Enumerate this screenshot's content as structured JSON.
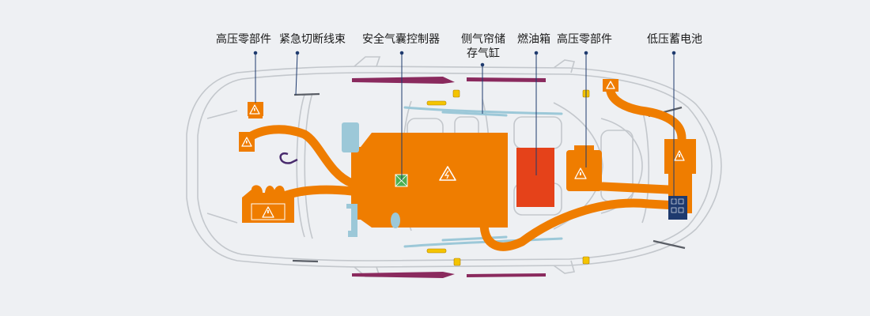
{
  "labels": {
    "hv1": "高压零部件",
    "cutoff": "紧急切断线束",
    "airbag_ctrl": "安全气囊控制器",
    "curtain_line1": "侧气帘储",
    "curtain_line2": "存气缸",
    "fuel_tank": "燃油箱",
    "hv2": "高压零部件",
    "lv_battery": "低压蓄电池"
  },
  "colors": {
    "background": "#eef0f3",
    "car_outline": "#c3c7cc",
    "hv_orange": "#ef7d00",
    "fuel_red": "#e5421a",
    "airbag_strip": "#8a2a5e",
    "light_blue": "#9cc8d8",
    "lv_battery": "#1e3a6e",
    "leader": "#1e3a6e"
  }
}
